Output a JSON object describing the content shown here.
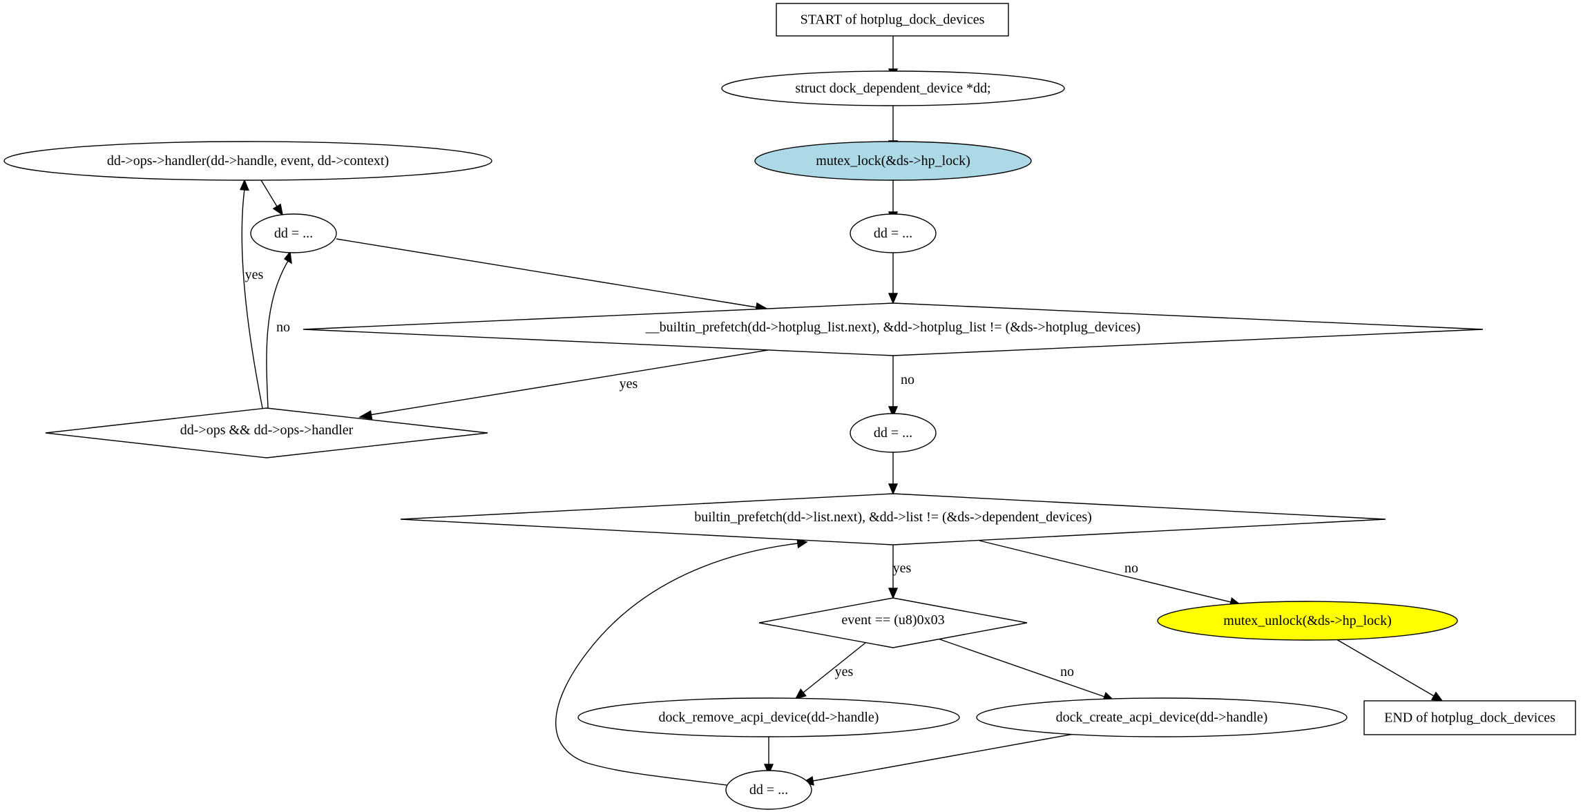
{
  "diagram": {
    "nodes": {
      "start": {
        "label": "START of hotplug_dock_devices",
        "shape": "box",
        "fill": "#ffffff"
      },
      "decl": {
        "label": "struct dock_dependent_device *dd;",
        "shape": "ellipse",
        "fill": "#ffffff"
      },
      "lock": {
        "label": "mutex_lock(&ds->hp_lock)",
        "shape": "ellipse",
        "fill": "#add8e6"
      },
      "dd1": {
        "label": "dd = ...",
        "shape": "ellipse",
        "fill": "#ffffff"
      },
      "cond1": {
        "label": "__builtin_prefetch(dd->hotplug_list.next), &dd->hotplug_list != (&ds->hotplug_devices)",
        "shape": "diamond",
        "fill": "#ffffff"
      },
      "handler": {
        "label": "dd->ops->handler(dd->handle, event, dd->context)",
        "shape": "ellipse",
        "fill": "#ffffff"
      },
      "dd2": {
        "label": "dd = ...",
        "shape": "ellipse",
        "fill": "#ffffff"
      },
      "opscheck": {
        "label": "dd->ops && dd->ops->handler",
        "shape": "diamond",
        "fill": "#ffffff"
      },
      "dd3": {
        "label": "dd = ...",
        "shape": "ellipse",
        "fill": "#ffffff"
      },
      "cond2": {
        "label": "builtin_prefetch(dd->list.next), &dd->list != (&ds->dependent_devices)",
        "shape": "diamond",
        "fill": "#ffffff"
      },
      "evt": {
        "label": "event == (u8)0x03",
        "shape": "diamond",
        "fill": "#ffffff"
      },
      "unlock": {
        "label": "mutex_unlock(&ds->hp_lock)",
        "shape": "ellipse",
        "fill": "#ffff00"
      },
      "remove": {
        "label": "dock_remove_acpi_device(dd->handle)",
        "shape": "ellipse",
        "fill": "#ffffff"
      },
      "create": {
        "label": "dock_create_acpi_device(dd->handle)",
        "shape": "ellipse",
        "fill": "#ffffff"
      },
      "dd4": {
        "label": "dd = ...",
        "shape": "ellipse",
        "fill": "#ffffff"
      },
      "end": {
        "label": "END of hotplug_dock_devices",
        "shape": "box",
        "fill": "#ffffff"
      }
    },
    "edges": {
      "start_decl": {
        "from": "start",
        "to": "decl",
        "label": ""
      },
      "decl_lock": {
        "from": "decl",
        "to": "lock",
        "label": ""
      },
      "lock_dd1": {
        "from": "lock",
        "to": "dd1",
        "label": ""
      },
      "dd1_cond1": {
        "from": "dd1",
        "to": "cond1",
        "label": ""
      },
      "cond1_opscheck": {
        "from": "cond1",
        "to": "opscheck",
        "label": "yes"
      },
      "cond1_dd3": {
        "from": "cond1",
        "to": "dd3",
        "label": "no"
      },
      "opscheck_handler": {
        "from": "opscheck",
        "to": "handler",
        "label": "yes"
      },
      "opscheck_dd2": {
        "from": "opscheck",
        "to": "dd2",
        "label": "no"
      },
      "handler_dd2": {
        "from": "handler",
        "to": "dd2",
        "label": ""
      },
      "dd2_cond1": {
        "from": "dd2",
        "to": "cond1",
        "label": ""
      },
      "dd3_cond2": {
        "from": "dd3",
        "to": "cond2",
        "label": ""
      },
      "cond2_evt": {
        "from": "cond2",
        "to": "evt",
        "label": "yes"
      },
      "cond2_unlock": {
        "from": "cond2",
        "to": "unlock",
        "label": "no"
      },
      "evt_remove": {
        "from": "evt",
        "to": "remove",
        "label": "yes"
      },
      "evt_create": {
        "from": "evt",
        "to": "create",
        "label": "no"
      },
      "remove_dd4": {
        "from": "remove",
        "to": "dd4",
        "label": ""
      },
      "create_dd4": {
        "from": "create",
        "to": "dd4",
        "label": ""
      },
      "dd4_cond2": {
        "from": "dd4",
        "to": "cond2",
        "label": ""
      },
      "unlock_end": {
        "from": "unlock",
        "to": "end",
        "label": ""
      }
    }
  }
}
